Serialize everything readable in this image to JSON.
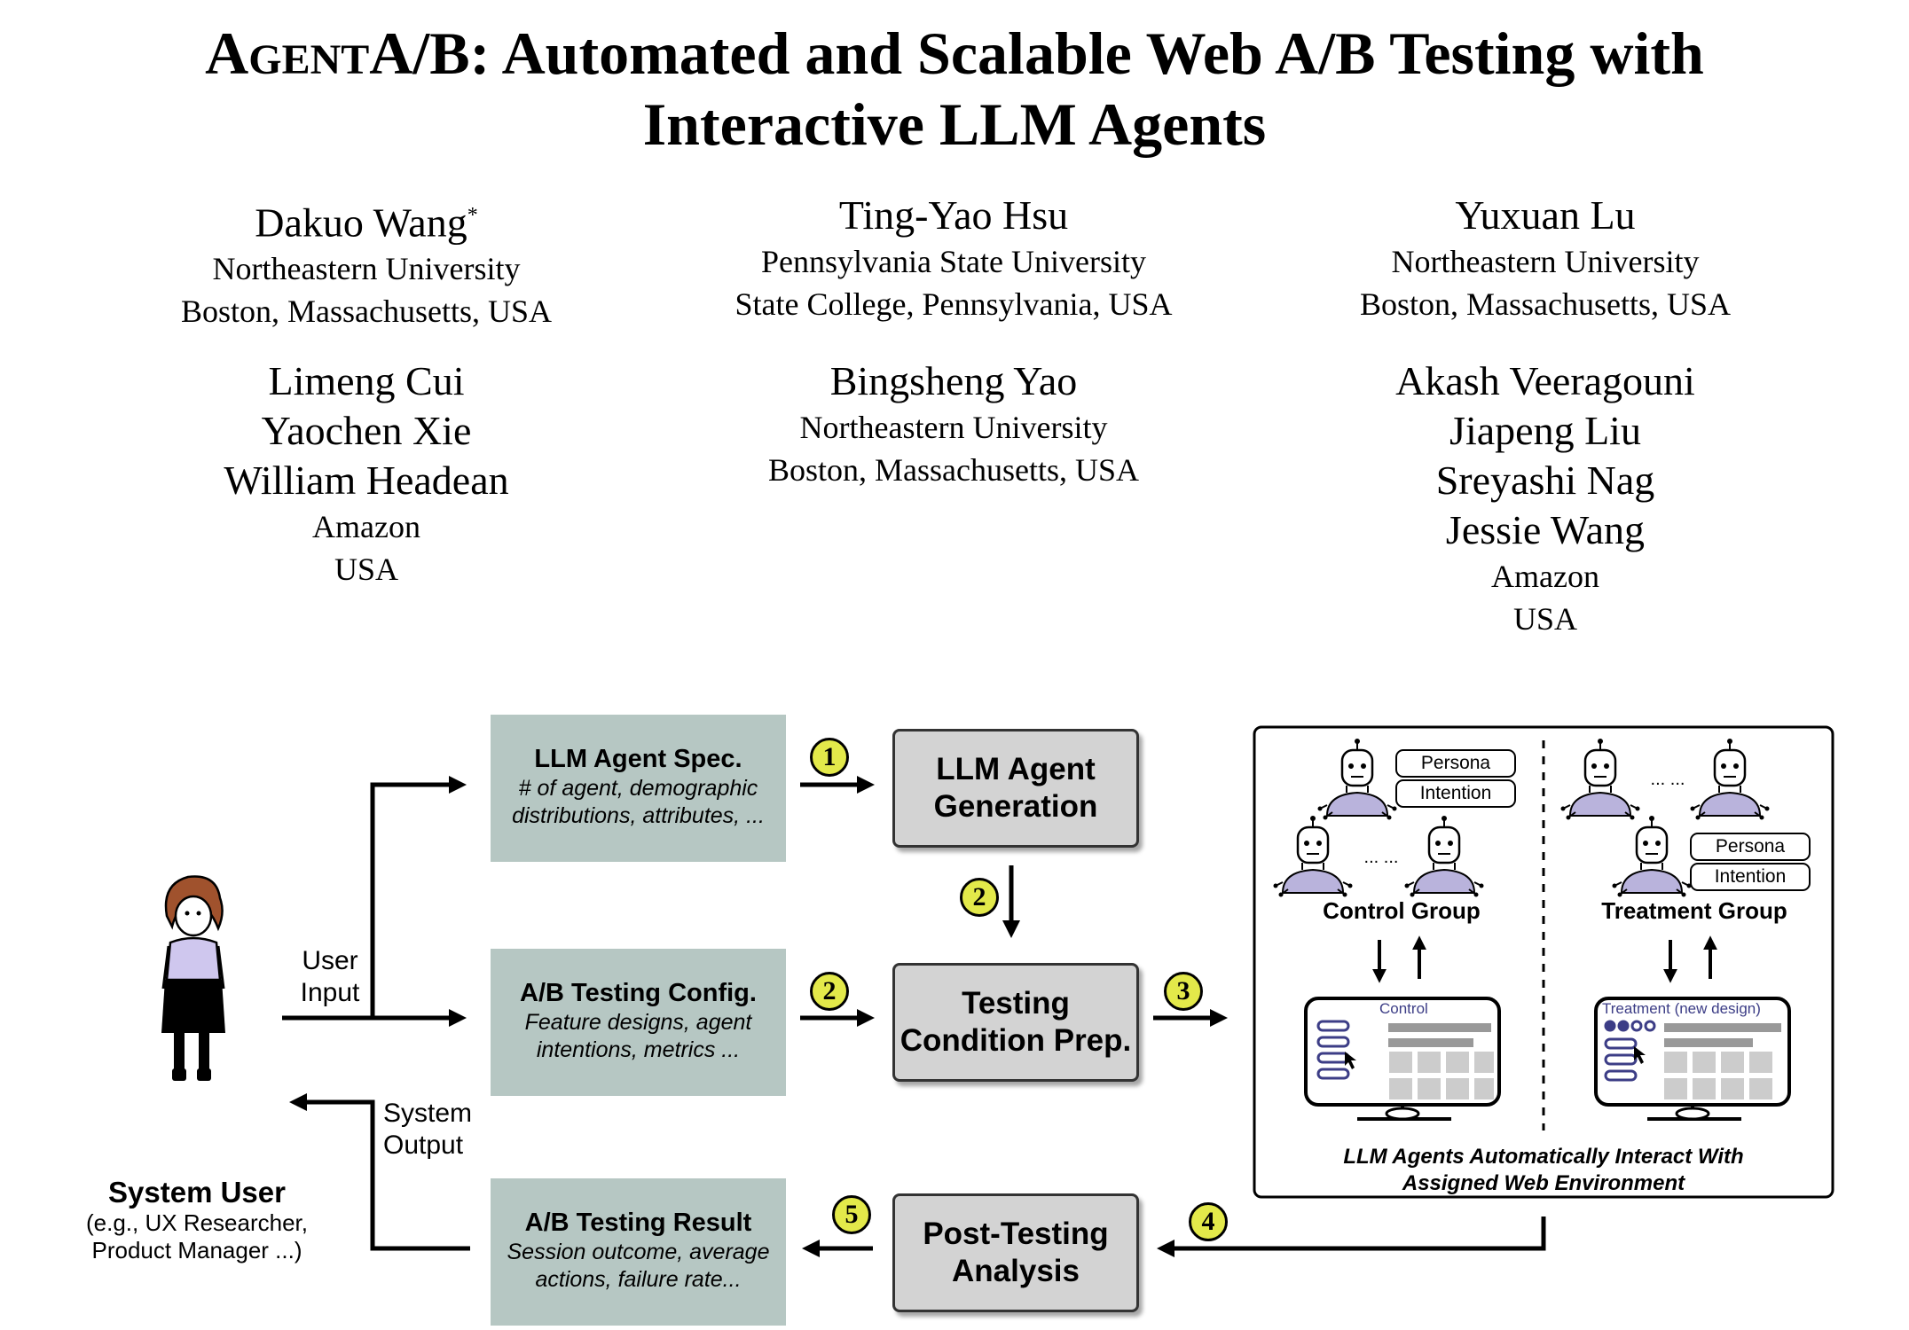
{
  "title": {
    "line1_sc": "AgentA/B",
    "line1_rest": ": Automated and Scalable Web A/B Testing with",
    "line2": "Interactive LLM Agents"
  },
  "authors": [
    {
      "name": "Dakuo Wang",
      "mark": "*",
      "aff": [
        "Northeastern University",
        "Boston, Massachusetts, USA"
      ]
    },
    {
      "name": "Ting-Yao Hsu",
      "aff": [
        "Pennsylvania State University",
        "State College, Pennsylvania, USA"
      ]
    },
    {
      "name": "Yuxuan Lu",
      "aff": [
        "Northeastern University",
        "Boston, Massachusetts, USA"
      ]
    },
    {
      "names": [
        "Limeng Cui",
        "Yaochen Xie",
        "William Headean"
      ],
      "aff": [
        "Amazon",
        "USA"
      ]
    },
    {
      "name": "Bingsheng Yao",
      "aff": [
        "Northeastern University",
        "Boston, Massachusetts, USA"
      ]
    },
    {
      "names": [
        "Akash Veeragouni",
        "Jiapeng Liu",
        "Sreyashi Nag",
        "Jessie Wang"
      ],
      "aff": [
        "Amazon",
        "USA"
      ]
    }
  ],
  "figure": {
    "system_user": {
      "label": "System User",
      "sub1": "(e.g., UX Researcher,",
      "sub2": "Product Manager ...)"
    },
    "user_input": [
      "User",
      "Input"
    ],
    "system_output": [
      "System",
      "Output"
    ],
    "spec_boxes": [
      {
        "title": "LLM Agent Spec.",
        "sub1": "# of agent, demographic",
        "sub2": "distributions, attributes, ..."
      },
      {
        "title": "A/B Testing Config.",
        "sub1": "Feature designs, agent",
        "sub2": "intentions, metrics ..."
      },
      {
        "title": "A/B Testing Result",
        "sub1": "Session outcome, average",
        "sub2": "actions, failure rate..."
      }
    ],
    "process_boxes": [
      {
        "l1": "LLM Agent",
        "l2": "Generation"
      },
      {
        "l1": "Testing",
        "l2": "Condition Prep."
      },
      {
        "l1": "Post-Testing",
        "l2": "Analysis"
      }
    ],
    "steps": [
      "1",
      "2",
      "2",
      "3",
      "4",
      "5"
    ],
    "env": {
      "persona": "Persona",
      "intention": "Intention",
      "dots": "... ...",
      "control_group": "Control Group",
      "treatment_group": "Treatment Group",
      "control_screen": "Control",
      "treatment_screen": "Treatment (new design)",
      "caption1": "LLM Agents Automatically Interact With",
      "caption2": "Assigned Web Environment"
    }
  },
  "colors": {
    "spec_fill": "#b6c7c3",
    "process_fill": "#d3d3d3",
    "step_fill": "#e3e94a",
    "agent_purple": "#b9b3dc",
    "screen_blue": "#3c3d86"
  }
}
